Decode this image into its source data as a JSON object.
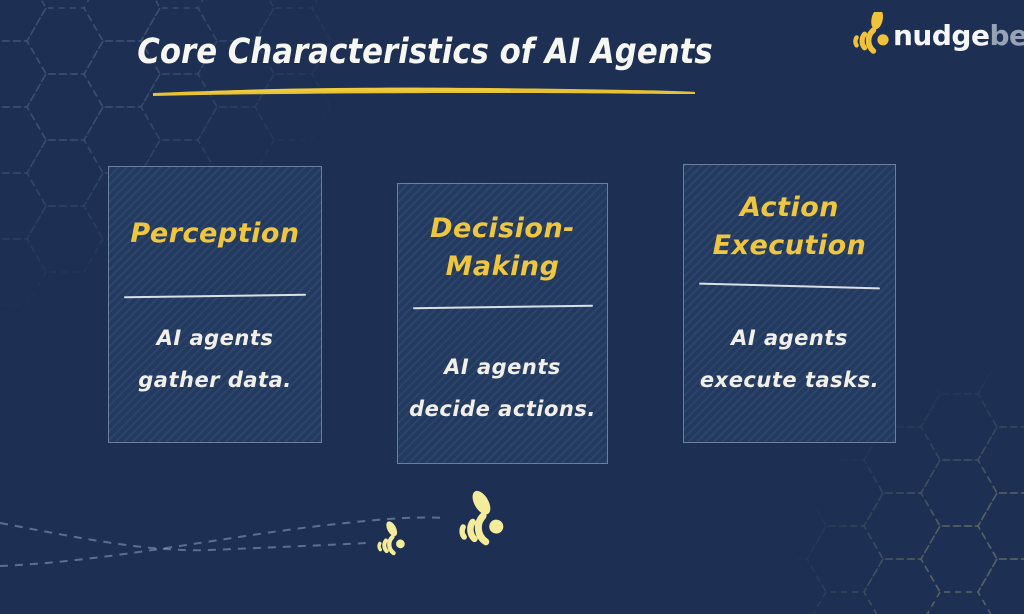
{
  "header": {
    "title": "Core Characteristics of AI Agents"
  },
  "brand": {
    "icon": "bee-icon",
    "name_part1": "nudge",
    "name_part2": "bee"
  },
  "cards": [
    {
      "title_line1": "Perception",
      "title_line2": "",
      "body_line1": "AI agents",
      "body_line2": "gather data."
    },
    {
      "title_line1": "Decision-",
      "title_line2": "Making",
      "body_line1": "AI agents",
      "body_line2": "decide actions."
    },
    {
      "title_line1": "Action",
      "title_line2": "Execution",
      "body_line1": "AI agents",
      "body_line2": "execute tasks."
    }
  ],
  "colors": {
    "background": "#1d3054",
    "card_background": "#223a60",
    "card_border": "#a8b7d0",
    "accent_yellow": "#efc63f",
    "title_white": "#f6f6f3",
    "body_text": "#f2efe9",
    "brand_primary": "#f4f6f9",
    "brand_secondary": "#97a2b4",
    "logo_bee": "#f0c23c",
    "flying_bee": "#f5ec9b",
    "trail": "#93a3bf"
  }
}
